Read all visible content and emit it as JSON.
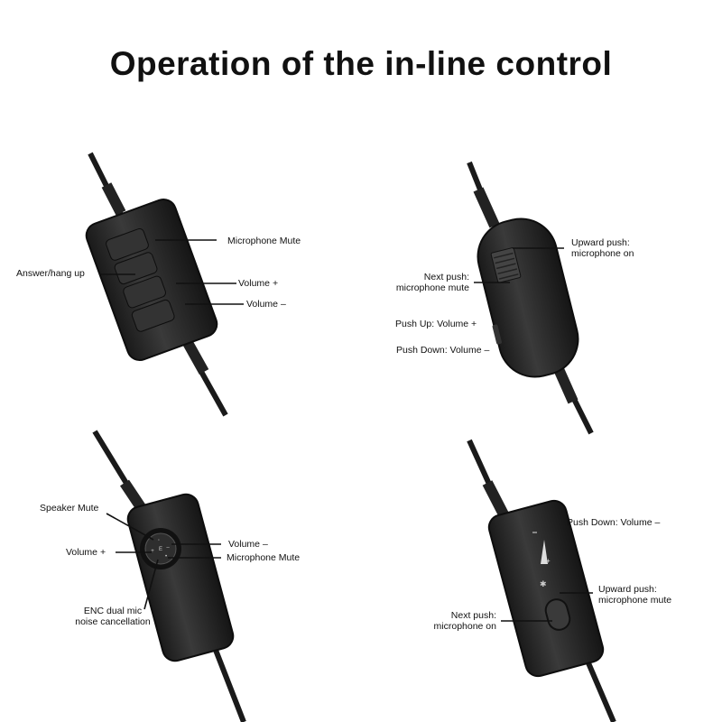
{
  "title": "Operation of the in-line control",
  "panels": {
    "control1": {
      "microphone_mute": "Microphone Mute",
      "answer_hang_up": "Answer/hang up",
      "volume_up": "Volume +",
      "volume_down": "Volume –"
    },
    "control2": {
      "upward_push_1": "Upward push:",
      "upward_push_2": "microphone on",
      "next_push_1": "Next push:",
      "next_push_2": "microphone mute",
      "push_up": "Push Up: Volume +",
      "push_down": "Push Down: Volume –"
    },
    "control3": {
      "speaker_mute": "Speaker Mute",
      "volume_up": "Volume +",
      "volume_down": "Volume –",
      "microphone_mute": "Microphone Mute",
      "enc_1": "ENC dual mic",
      "enc_2": "noise cancellation"
    },
    "control4": {
      "push_down": "Push Down: Volume –",
      "upward_push_1": "Upward push:",
      "upward_push_2": "microphone mute",
      "next_push_1": "Next push:",
      "next_push_2": "microphone on"
    }
  },
  "colors": {
    "device": "#2a2a2a",
    "device_edge": "#111111",
    "button": "#3a3a3a",
    "line": "#111111"
  }
}
